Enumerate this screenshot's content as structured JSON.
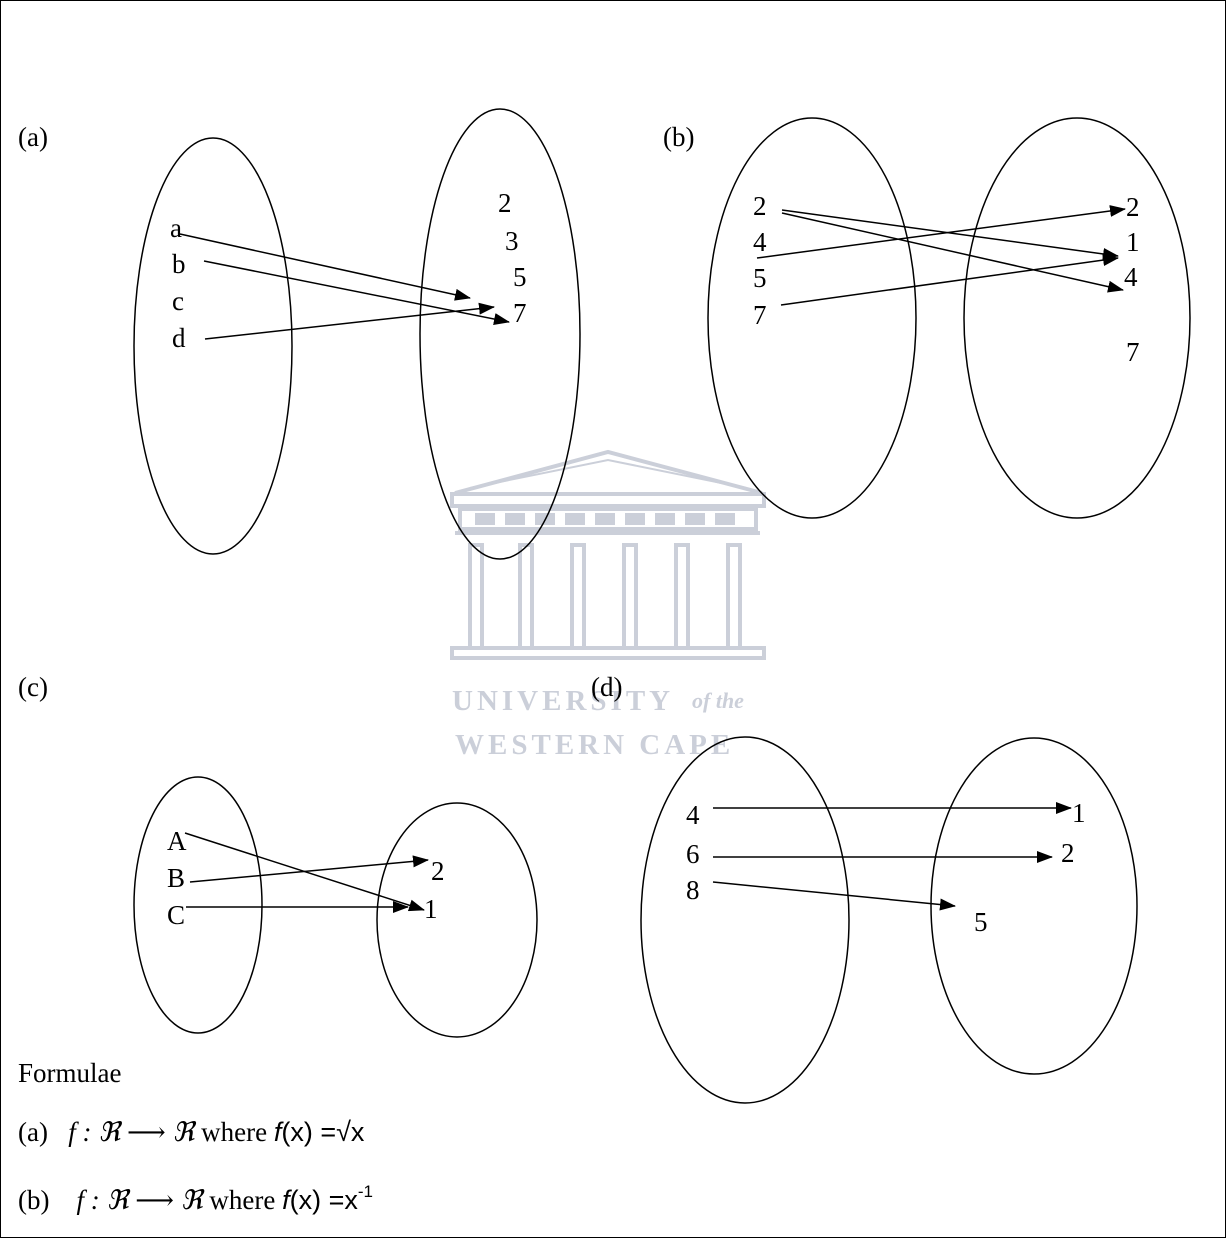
{
  "watermark": {
    "line1": "UNIVERSITY",
    "line1_suffix": "of the",
    "line2": "WESTERN CAPE",
    "color": "#c9cdd7"
  },
  "panels": {
    "a": {
      "label": "(a)",
      "domain": [
        "a",
        "b",
        "c",
        "d"
      ],
      "codomain": [
        "2",
        "3",
        "5",
        "7"
      ]
    },
    "b": {
      "label": "(b)",
      "domain": [
        "2",
        "4",
        "5",
        "7"
      ],
      "codomain": [
        "2",
        "1",
        "4",
        "7"
      ]
    },
    "c": {
      "label": "(c)",
      "domain": [
        "A",
        "B",
        "C"
      ],
      "codomain": [
        "2",
        "1"
      ]
    },
    "d": {
      "label": "(d)",
      "domain": [
        "4",
        "6",
        "8"
      ],
      "codomain": [
        "1",
        "2",
        "5"
      ]
    }
  },
  "formulae": {
    "title": "Formulae",
    "a": {
      "label": "(a)",
      "mapping": "f : ℜ ⟶ ℜ",
      "where": "where",
      "fx": "f",
      "rhs": "(x) =√x"
    },
    "b": {
      "label": "(b)",
      "mapping": "f : ℜ ⟶ ℜ",
      "where": "where",
      "fx": "f",
      "rhs": "(x) =x",
      "exponent": "-1"
    }
  }
}
